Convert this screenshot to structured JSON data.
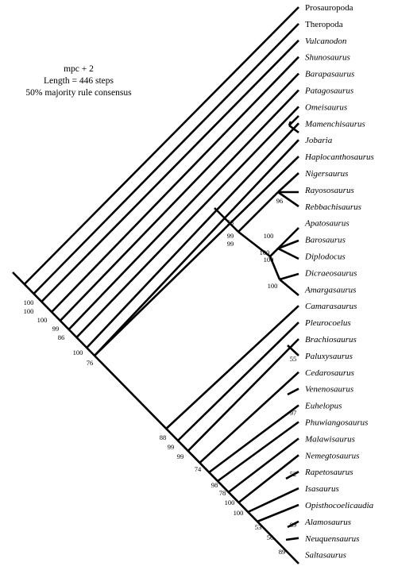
{
  "annotation": {
    "line1": "mpc + 2",
    "line2": "Length = 446 steps",
    "line3": "50% majority rule consensus"
  },
  "taxa": [
    {
      "name": "Prosauropoda",
      "italic": false
    },
    {
      "name": "Theropoda",
      "italic": false
    },
    {
      "name": "Vulcanodon",
      "italic": true
    },
    {
      "name": "Shunosaurus",
      "italic": true
    },
    {
      "name": "Barapasaurus",
      "italic": true
    },
    {
      "name": "Patagosaurus",
      "italic": true
    },
    {
      "name": "Omeisaurus",
      "italic": true
    },
    {
      "name": "Mamenchisaurus",
      "italic": true
    },
    {
      "name": "Jobaria",
      "italic": true
    },
    {
      "name": "Haplocanthosaurus",
      "italic": true
    },
    {
      "name": "Nigersaurus",
      "italic": true
    },
    {
      "name": "Rayososaurus",
      "italic": true
    },
    {
      "name": "Rebbachisaurus",
      "italic": true
    },
    {
      "name": "Apatosaurus",
      "italic": true
    },
    {
      "name": "Barosaurus",
      "italic": true
    },
    {
      "name": "Diplodocus",
      "italic": true
    },
    {
      "name": "Dicraeosaurus",
      "italic": true
    },
    {
      "name": "Amargasaurus",
      "italic": true
    },
    {
      "name": "Camarasaurus",
      "italic": true
    },
    {
      "name": "Pleurocoelus",
      "italic": true
    },
    {
      "name": "Brachiosaurus",
      "italic": true
    },
    {
      "name": "Paluxysaurus",
      "italic": true
    },
    {
      "name": "Cedarosaurus",
      "italic": true
    },
    {
      "name": "Venenosaurus",
      "italic": true
    },
    {
      "name": "Euhelopus",
      "italic": true
    },
    {
      "name": "Phuwiangosaurus",
      "italic": true
    },
    {
      "name": "Malawisaurus",
      "italic": true
    },
    {
      "name": "Nemegtosaurus",
      "italic": true
    },
    {
      "name": "Rapetosaurus",
      "italic": true
    },
    {
      "name": "Isasaurus",
      "italic": true
    },
    {
      "name": "Opisthocoelicaudia",
      "italic": true
    },
    {
      "name": "Alamosaurus",
      "italic": true
    },
    {
      "name": "Neuquensaurus",
      "italic": true
    },
    {
      "name": "Saltasaurus",
      "italic": true
    }
  ],
  "support_values": [
    "100",
    "100",
    "100",
    "99",
    "86",
    "100",
    "76",
    "99",
    "53",
    "99",
    "96",
    "100",
    "100",
    "100",
    "100",
    "88",
    "99",
    "99",
    "74",
    "55",
    "97",
    "98",
    "78",
    "100",
    "100",
    "53",
    "52",
    "56",
    "89",
    "89"
  ]
}
